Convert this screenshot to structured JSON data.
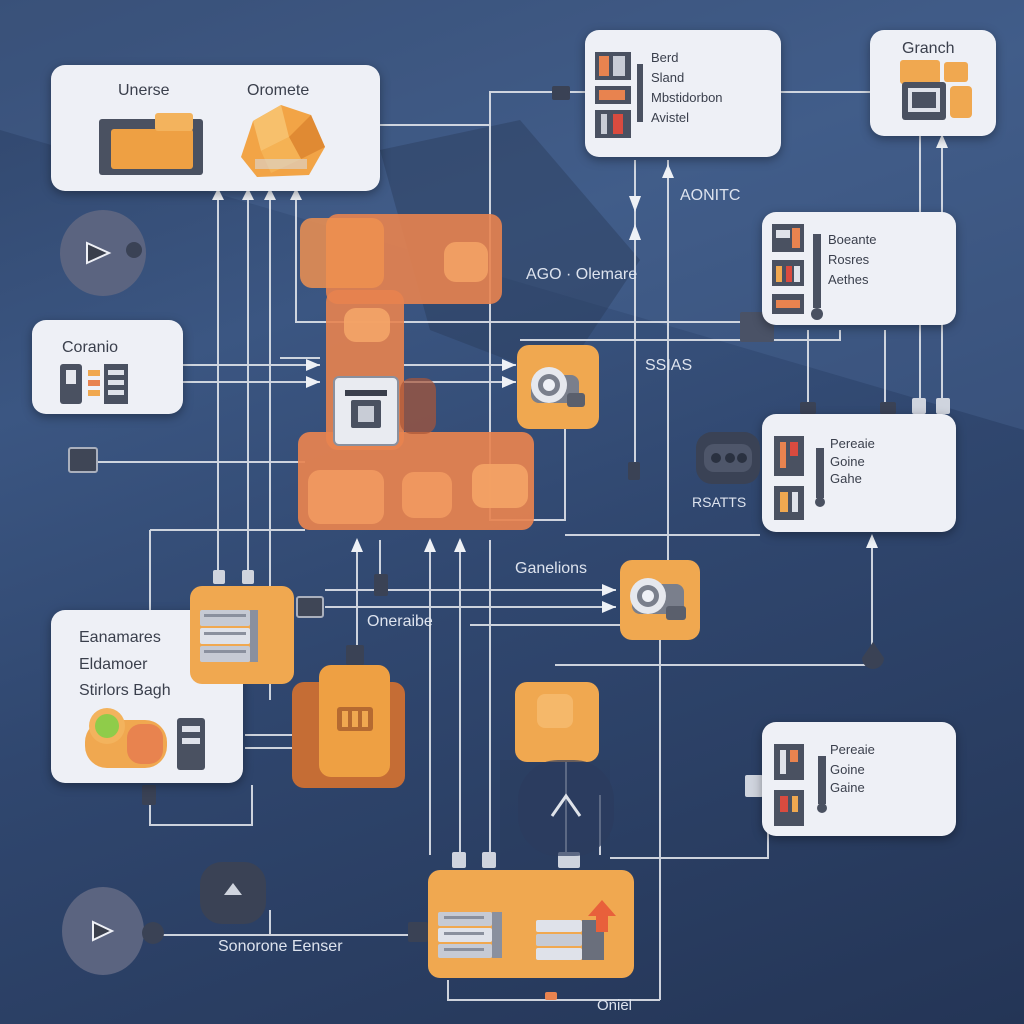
{
  "colors": {
    "background": "#34496f",
    "card": "#eef0f6",
    "orange_primary": "#e8834f",
    "orange_secondary": "#f0a850",
    "wire": "#dfe3ea"
  },
  "cards": {
    "top_left": {
      "label_left": "Unerse",
      "label_right": "Oromete"
    },
    "top_center": {
      "lines": [
        "Berd",
        "Sland",
        "Mbstidorbon",
        "Avistel"
      ]
    },
    "top_right": {
      "label": "Granch"
    },
    "left_mid": {
      "label": "Coranio"
    },
    "right_upper": {
      "lines": [
        "Boeante",
        "Rosres",
        "Aethes"
      ]
    },
    "right_mid": {
      "lines": [
        "Pereaie",
        "Goine",
        "Gahe"
      ]
    },
    "bottom_left": {
      "lines": [
        "Eanamares",
        "Eldamoer",
        "Stirlors Bagh"
      ]
    },
    "bottom_right": {
      "lines": [
        "Pereaie",
        "Goine",
        "Gaine"
      ]
    }
  },
  "floating_labels": {
    "aonitc": "AONITC",
    "ago": "AGO · Olemare",
    "ssias": "SSIAS",
    "rsatts": "RSATTS",
    "ganelions": "Ganelions",
    "oneraibe": "Oneraibe",
    "sonorone": "Sonorone Eenser",
    "oniel": "Oniel"
  },
  "icons": {
    "play_top": "play-icon",
    "play_bottom": "play-icon",
    "camera_upper": "camera-icon",
    "camera_lower": "camera-icon",
    "stack": "server-stack-icon",
    "arrow_up": "arrow-up-icon"
  }
}
